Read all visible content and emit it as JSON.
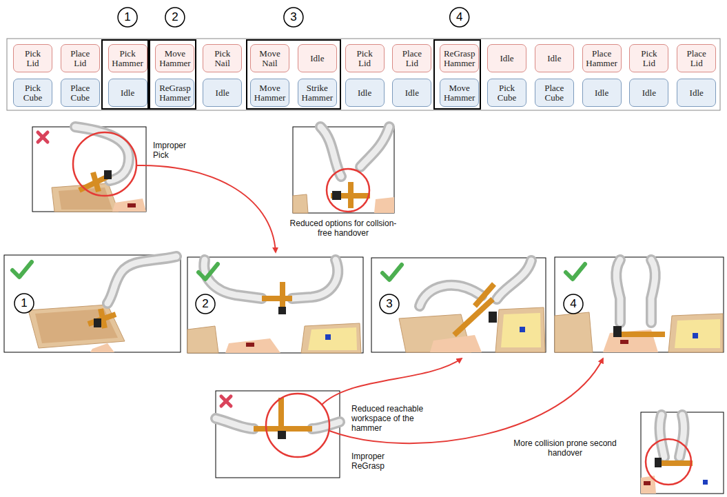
{
  "diagram": {
    "nodes": [
      {
        "text": [
          "Pick Lid"
        ]
      },
      {
        "text": [
          "Place Lid"
        ]
      },
      {
        "text": [
          "Pick Hammer"
        ]
      },
      {
        "text": [
          "Move Hammer"
        ]
      },
      {
        "text": [
          "Pick Nail"
        ]
      },
      {
        "text": [
          "Move Nail"
        ]
      },
      {
        "text": [
          "Idle"
        ]
      },
      {
        "text": [
          "Pick Lid"
        ]
      },
      {
        "text": [
          "Place Lid"
        ]
      },
      {
        "text": [
          "ReGrasp Hammer"
        ]
      },
      {
        "text": [
          "Idle"
        ]
      },
      {
        "text": [
          "Idle"
        ]
      },
      {
        "text": [
          "Place Hammer"
        ]
      },
      {
        "text": [
          "Pick Lid"
        ]
      },
      {
        "text": [
          "Place Lid"
        ]
      },
      {
        "text": [
          "Pick Cube"
        ]
      },
      {
        "text": [
          "Place Cube"
        ]
      },
      {
        "text": [
          "Idle"
        ]
      },
      {
        "text": [
          "ReGrasp Hammer"
        ]
      },
      {
        "text": [
          "Idle"
        ]
      },
      {
        "text": [
          "Move Hammer"
        ]
      },
      {
        "text": [
          "Strike Hammer"
        ]
      },
      {
        "text": [
          "Idle"
        ]
      },
      {
        "text": [
          "Idle"
        ]
      },
      {
        "text": [
          "Move Hammer"
        ]
      },
      {
        "text": [
          "Pick Cube"
        ]
      },
      {
        "text": [
          "Place Cube"
        ]
      },
      {
        "text": [
          "Idle"
        ]
      },
      {
        "text": [
          "Idle"
        ]
      },
      {
        "text": [
          "Idle"
        ]
      }
    ],
    "labels": [
      "1",
      "2",
      "3",
      "4",
      "Improper Pick",
      "Reduced options for collsion-free handover",
      "1",
      "2",
      "3",
      "4",
      "Reduced reachable workspace of the hammer",
      "Improper ReGrasp",
      "More collision prone second handover"
    ]
  }
}
